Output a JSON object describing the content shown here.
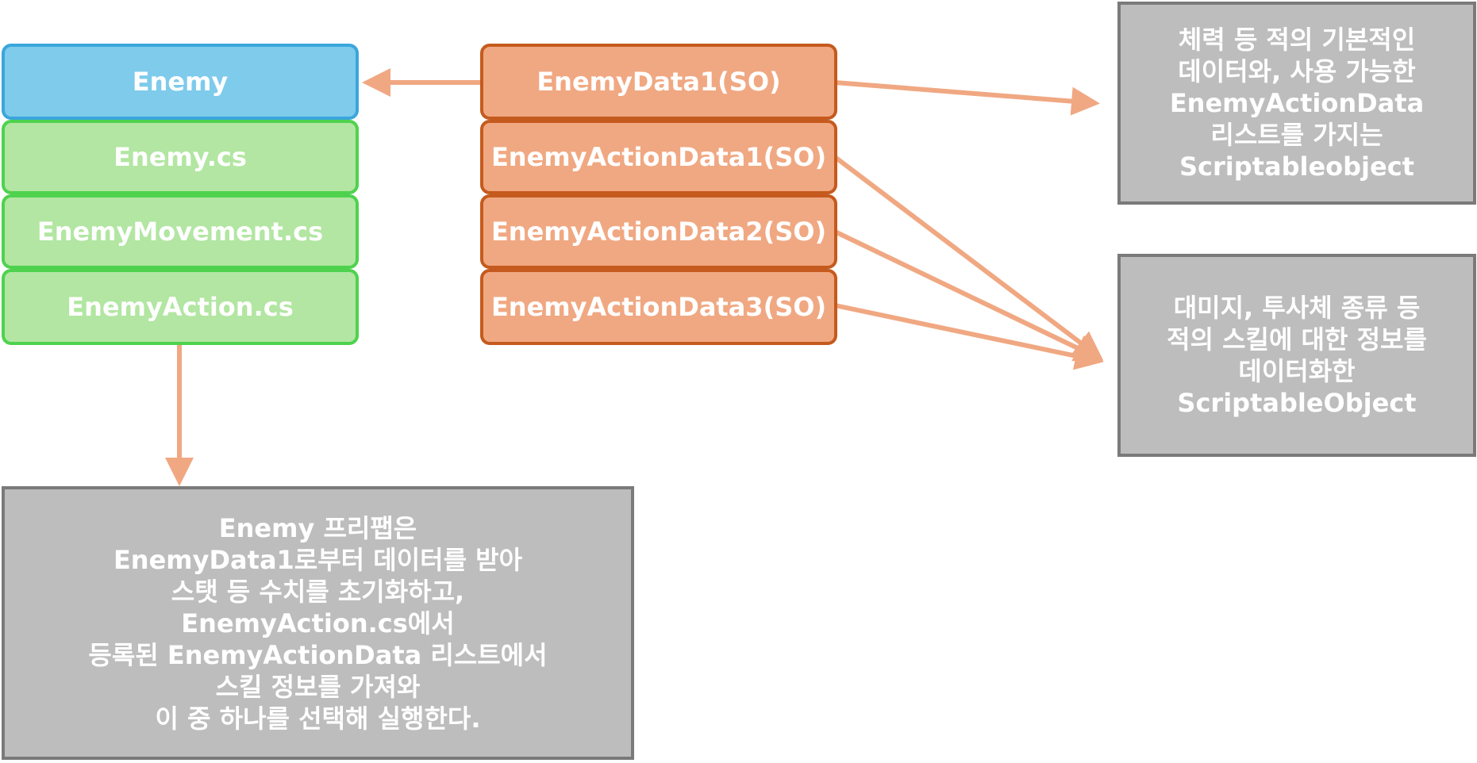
{
  "left_stack": {
    "enemy": "Enemy",
    "scripts": [
      "Enemy.cs",
      "EnemyMovement.cs",
      "EnemyAction.cs"
    ]
  },
  "data_stack": {
    "enemy_data": "EnemyData1(SO)",
    "action_data": [
      "EnemyActionData1(SO)",
      "EnemyActionData2(SO)",
      "EnemyActionData3(SO)"
    ]
  },
  "notes": {
    "enemy_data": {
      "lines": [
        "체력 등 적의 기본적인",
        "데이터와, 사용 가능한",
        "EnemyActionData",
        "리스트를 가지는",
        "Scriptableobject"
      ]
    },
    "action_data": {
      "lines": [
        "대미지, 투사체 종류 등",
        "적의 스킬에 대한 정보를",
        "데이터화한",
        "ScriptableObject"
      ]
    },
    "prefab": {
      "lines": [
        "Enemy 프리팹은",
        "EnemyData1로부터 데이터를 받아",
        "스탯 등 수치를 초기화하고,",
        "EnemyAction.cs에서",
        "등록된 EnemyActionData 리스트에서",
        "스킬 정보를 가져와",
        "이 중 하나를 선택해 실행한다."
      ]
    }
  },
  "colors": {
    "arrow": "#f0a882",
    "enemy_fill": "#7ecbeb",
    "script_fill": "#b2e6a2",
    "so_fill": "#f0a882",
    "note_fill": "#bdbdbd"
  }
}
